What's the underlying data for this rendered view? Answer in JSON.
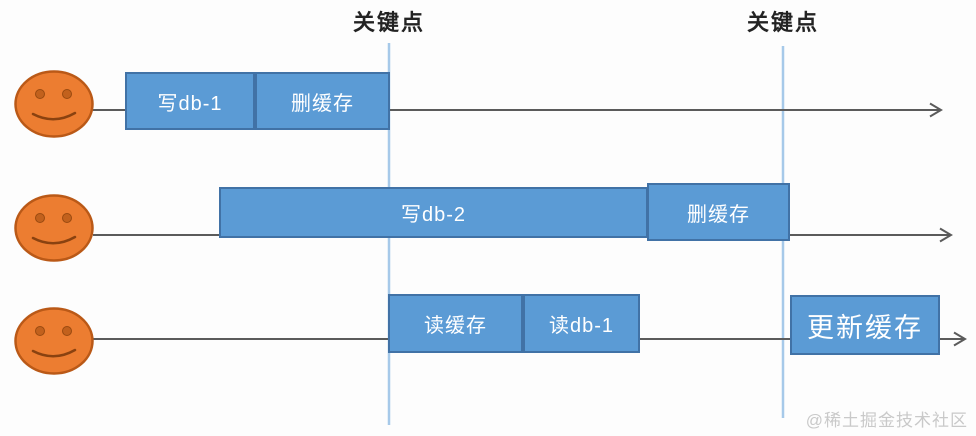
{
  "diagram": {
    "title_hint": "cache consistency timeline",
    "keypoints": [
      {
        "label": "关键点"
      },
      {
        "label": "关键点"
      }
    ],
    "rows": [
      {
        "actor": "smiley-face",
        "boxes": [
          {
            "label": "写db-1"
          },
          {
            "label": "删缓存"
          }
        ]
      },
      {
        "actor": "smiley-face",
        "boxes": [
          {
            "label": "写db-2"
          },
          {
            "label": "删缓存"
          }
        ]
      },
      {
        "actor": "smiley-face",
        "boxes": [
          {
            "label": "读缓存"
          },
          {
            "label": "读db-1"
          },
          {
            "label": "更新缓存"
          }
        ]
      }
    ],
    "watermark": "@稀土掘金技术社区",
    "colors": {
      "box_fill": "#5B9BD5",
      "box_border": "#4172A6",
      "timeline_line": "#5B5B5B",
      "keypoint_line": "#A6C9E9",
      "actor_fill": "#EC7D31",
      "actor_border": "#BA5917",
      "keypoint_text": "#232323",
      "watermark_text": "#C9C9C9"
    }
  }
}
